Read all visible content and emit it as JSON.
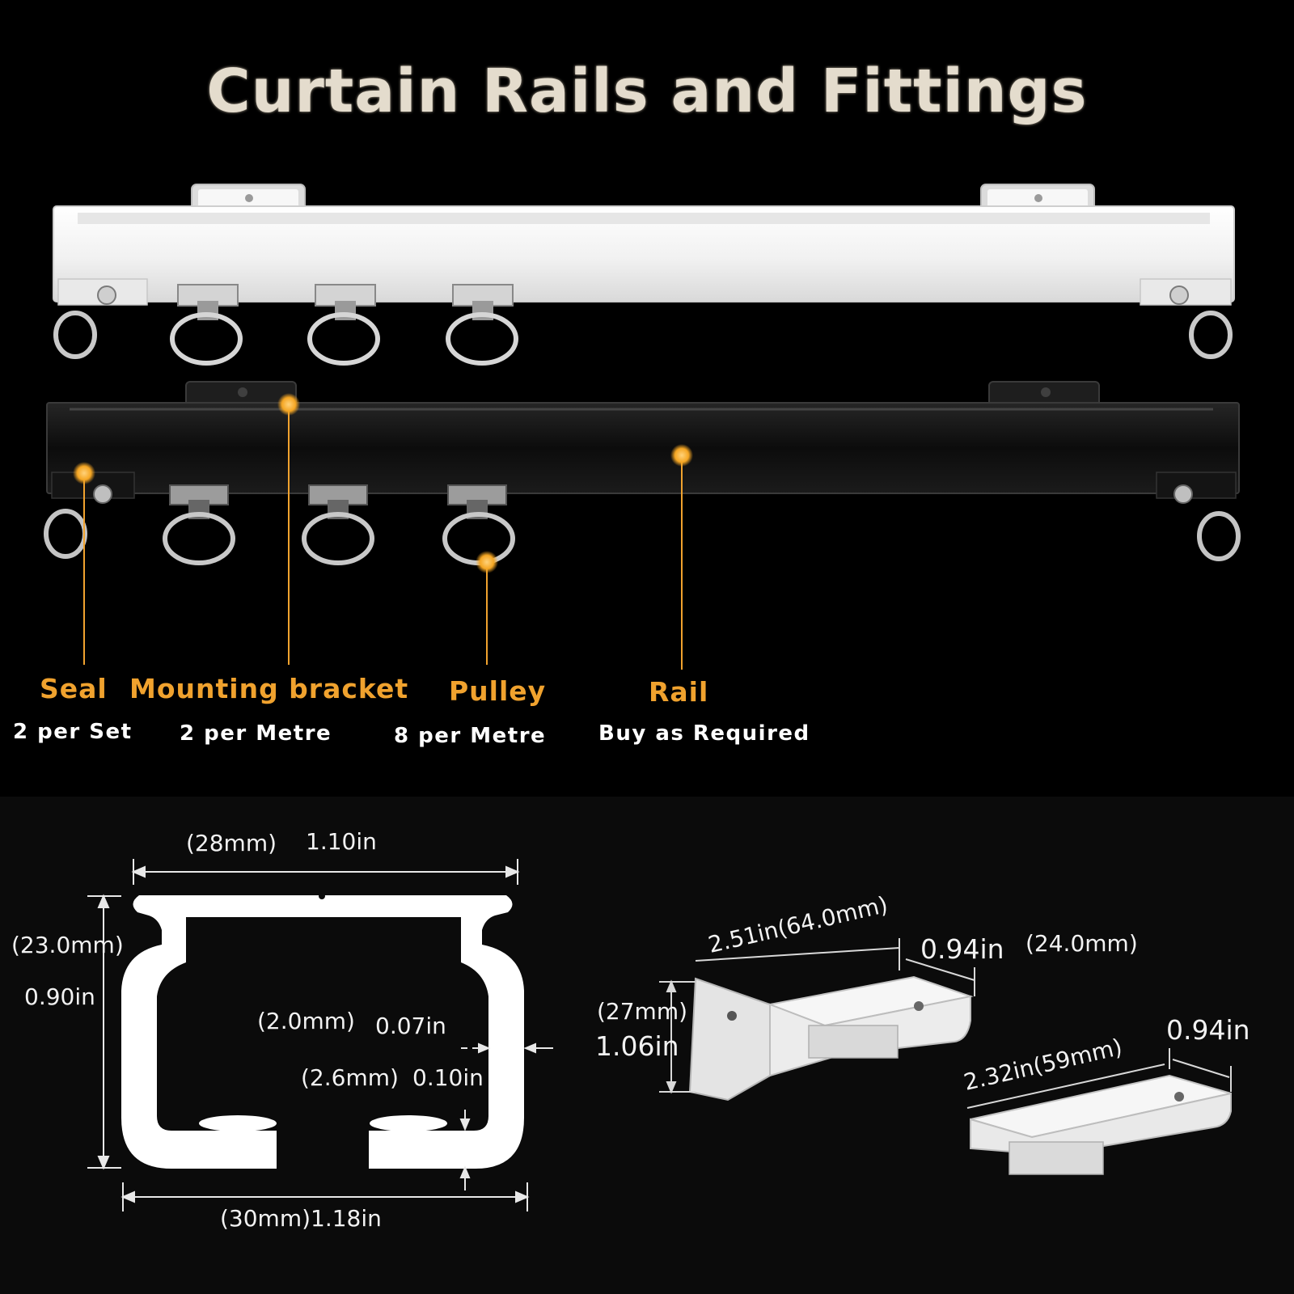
{
  "title": "Curtain Rails and Fittings",
  "components": {
    "seal": {
      "name": "Seal",
      "quantity": "2 per Set"
    },
    "bracket": {
      "name": "Mounting bracket",
      "quantity": "2 per Metre"
    },
    "pulley": {
      "name": "Pulley",
      "quantity": "8 per Metre"
    },
    "rail": {
      "name": "Rail",
      "quantity": "Buy as Required"
    }
  },
  "profile_dimensions": {
    "top_width_mm": "(28mm)",
    "top_width_in": "1.10in",
    "height_mm": "(23.0mm)",
    "height_in": "0.90in",
    "wall_mm": "(2.0mm)",
    "wall_in": "0.07in",
    "lip_mm": "(2.6mm)",
    "lip_in": "0.10in",
    "bottom_width": "(30mm)1.18in"
  },
  "bracket_dimensions": {
    "large_length": "2.51in(64.0mm)",
    "large_width_in": "0.94in",
    "large_width_mm": "(24.0mm)",
    "large_height_mm": "(27mm)",
    "large_height_in": "1.06in",
    "small_length": "2.32in(59mm)",
    "small_width_in": "0.94in"
  },
  "colors": {
    "accent": "#f0a22e",
    "title": "#e4dccd",
    "rail_white": "#f4f4f4",
    "rail_black": "#111111"
  }
}
